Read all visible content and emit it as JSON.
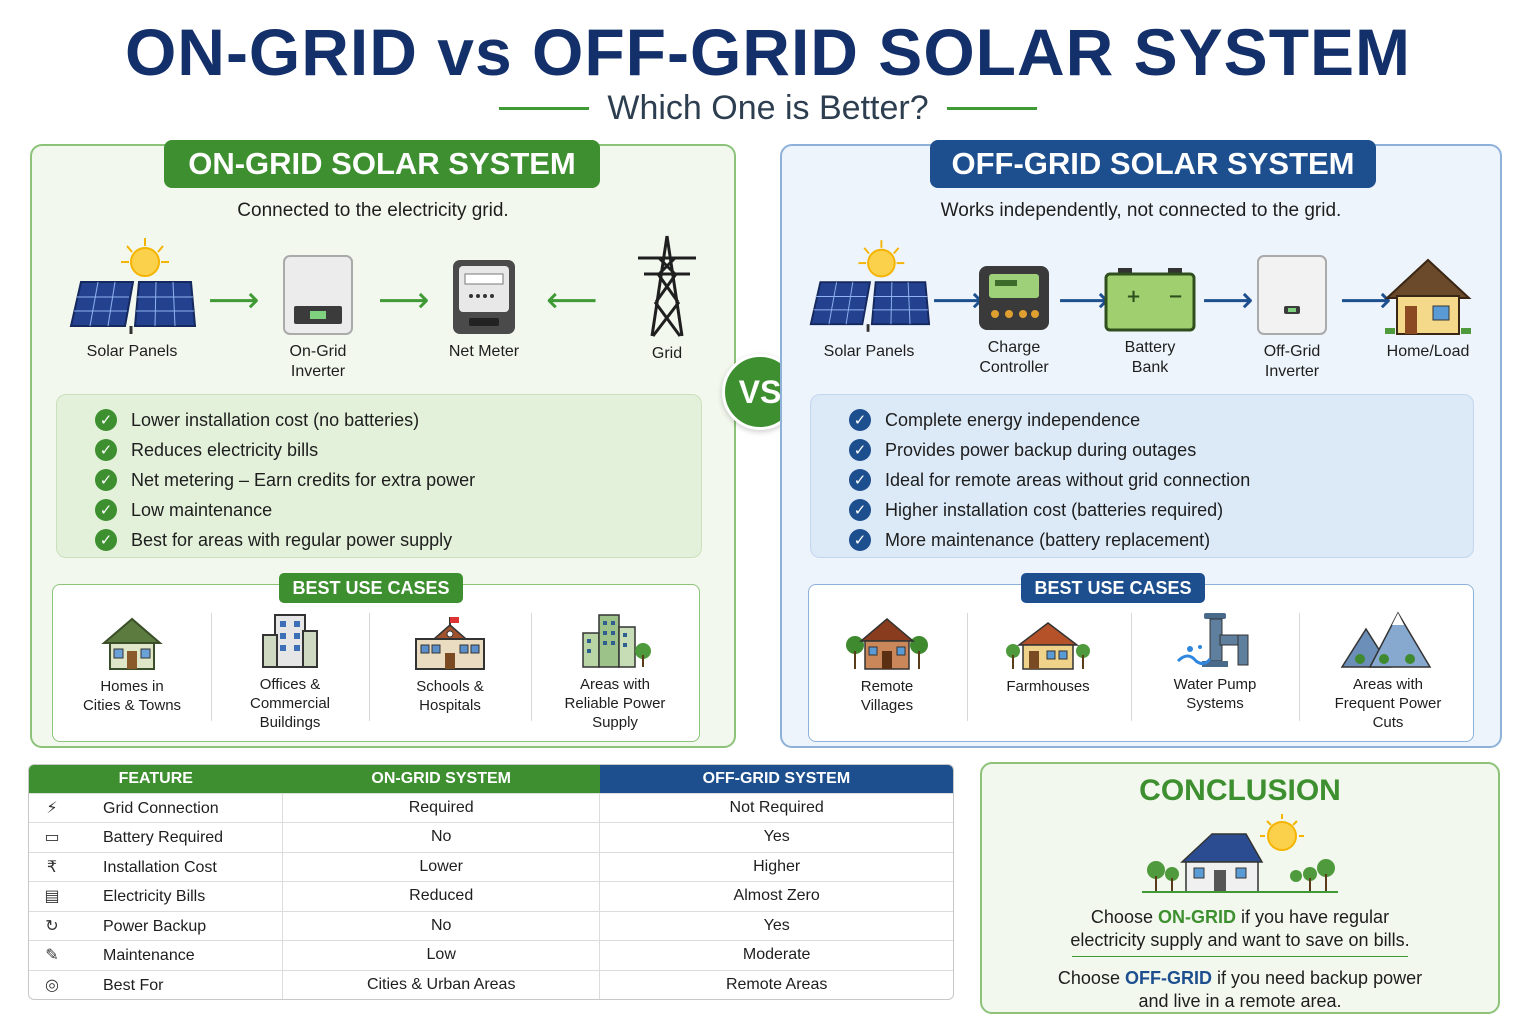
{
  "title": "ON-GRID vs OFF-GRID SOLAR SYSTEM",
  "subtitle": "Which One is Better?",
  "vs": "VS",
  "on_grid": {
    "header": "ON-GRID SOLAR SYSTEM",
    "tagline": "Connected to the electricity grid.",
    "flow": [
      {
        "label_1": "Solar Panels",
        "label_2": "",
        "icon": "solar-panel-icon"
      },
      {
        "label_1": "On-Grid",
        "label_2": "Inverter",
        "icon": "inverter-icon"
      },
      {
        "label_1": "Net Meter",
        "label_2": "",
        "icon": "net-meter-icon"
      },
      {
        "label_1": "Grid",
        "label_2": "",
        "icon": "transmission-tower-icon"
      }
    ],
    "benefits": [
      "Lower installation cost (no batteries)",
      "Reduces electricity bills",
      "Net metering – Earn credits for extra power",
      "Low maintenance",
      "Best for areas with regular power supply"
    ],
    "use_cases_header": "BEST USE CASES",
    "use_cases": [
      {
        "l1": "Homes in",
        "l2": "Cities & Towns",
        "l3": "",
        "icon": "house-icon"
      },
      {
        "l1": "Offices &",
        "l2": "Commercial",
        "l3": "Buildings",
        "icon": "office-building-icon"
      },
      {
        "l1": "Schools &",
        "l2": "Hospitals",
        "l3": "",
        "icon": "school-icon"
      },
      {
        "l1": "Areas with",
        "l2": "Reliable Power",
        "l3": "Supply",
        "icon": "city-icon"
      }
    ]
  },
  "off_grid": {
    "header": "OFF-GRID SOLAR SYSTEM",
    "tagline": "Works independently, not connected to the grid.",
    "flow": [
      {
        "label_1": "Solar Panels",
        "label_2": "",
        "icon": "solar-panel-icon"
      },
      {
        "label_1": "Charge",
        "label_2": "Controller",
        "icon": "charge-controller-icon"
      },
      {
        "label_1": "Battery",
        "label_2": "Bank",
        "icon": "battery-icon"
      },
      {
        "label_1": "Off-Grid",
        "label_2": "Inverter",
        "icon": "inverter-icon"
      },
      {
        "label_1": "Home/Load",
        "label_2": "",
        "icon": "home-icon"
      }
    ],
    "benefits": [
      "Complete energy independence",
      "Provides power backup during outages",
      "Ideal for remote areas without grid connection",
      "Higher installation cost (batteries required)",
      "More maintenance (battery replacement)"
    ],
    "use_cases_header": "BEST USE CASES",
    "use_cases": [
      {
        "l1": "Remote",
        "l2": "Villages",
        "l3": "",
        "icon": "village-icon"
      },
      {
        "l1": "Farmhouses",
        "l2": "",
        "l3": "",
        "icon": "farmhouse-icon"
      },
      {
        "l1": "Water Pump",
        "l2": "Systems",
        "l3": "",
        "icon": "water-pump-icon"
      },
      {
        "l1": "Areas with",
        "l2": "Frequent Power",
        "l3": "Cuts",
        "icon": "mountains-icon"
      }
    ]
  },
  "table": {
    "headers": [
      "FEATURE",
      "ON-GRID SYSTEM",
      "OFF-GRID SYSTEM"
    ],
    "rows": [
      {
        "icon": "tower-icon",
        "glyph": "⚡",
        "feature": "Grid Connection",
        "on": "Required",
        "off": "Not Required"
      },
      {
        "icon": "battery-icon",
        "glyph": "▭",
        "feature": "Battery Required",
        "on": "No",
        "off": "Yes"
      },
      {
        "icon": "rupee-icon",
        "glyph": "₹",
        "feature": "Installation Cost",
        "on": "Lower",
        "off": "Higher"
      },
      {
        "icon": "bill-icon",
        "glyph": "▤",
        "feature": "Electricity Bills",
        "on": "Reduced",
        "off": "Almost Zero"
      },
      {
        "icon": "power-backup-icon",
        "glyph": "↻",
        "feature": "Power Backup",
        "on": "No",
        "off": "Yes"
      },
      {
        "icon": "wrench-icon",
        "glyph": "✎",
        "feature": "Maintenance",
        "on": "Low",
        "off": "Moderate"
      },
      {
        "icon": "target-icon",
        "glyph": "◎",
        "feature": "Best For",
        "on": "Cities & Urban Areas",
        "off": "Remote Areas"
      }
    ]
  },
  "conclusion": {
    "title": "CONCLUSION",
    "line1_pre": "Choose ",
    "line1_hl": "ON-GRID",
    "line1_post": " if you have regular",
    "line2": "electricity supply and want to save on bills.",
    "line3_pre": "Choose ",
    "line3_hl": "OFF-GRID",
    "line3_post": " if you need backup power",
    "line4": "and live in a remote area."
  },
  "colors": {
    "navy_title": "#14306a",
    "green": "#3d8f2f",
    "blue": "#1d4f8f"
  }
}
